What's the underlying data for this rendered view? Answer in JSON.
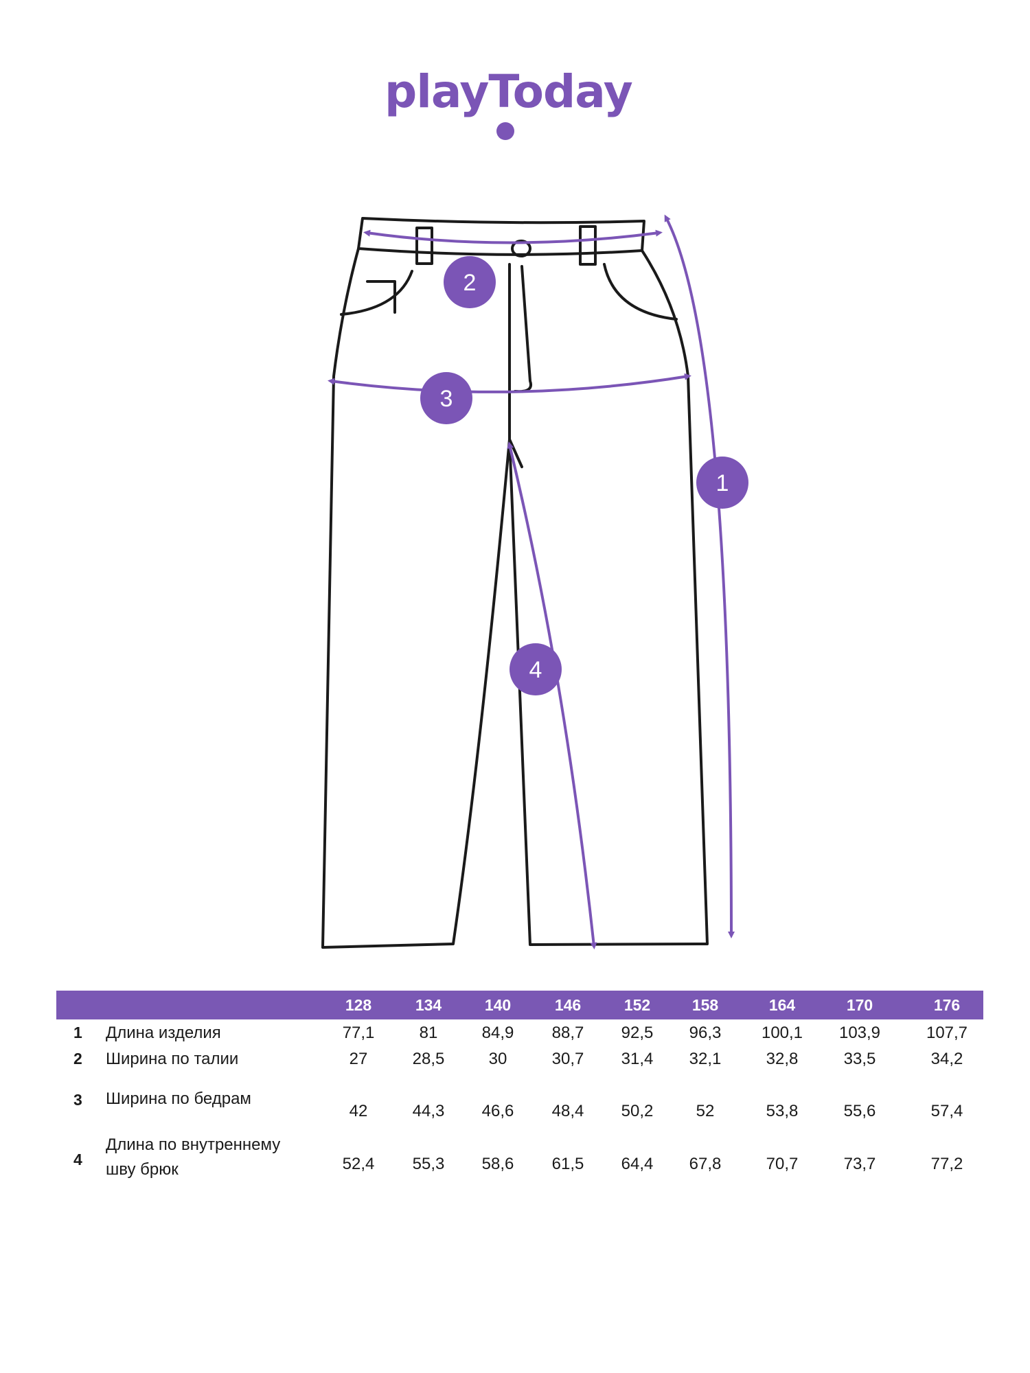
{
  "brand": {
    "logo_text": "playToday",
    "color": "#7b55b6"
  },
  "diagram": {
    "markers": [
      {
        "id": "m1",
        "label": "1"
      },
      {
        "id": "m2",
        "label": "2"
      },
      {
        "id": "m3",
        "label": "3"
      },
      {
        "id": "m4",
        "label": "4"
      }
    ]
  },
  "table": {
    "header_color": "#7a58b4",
    "sizes": [
      "128",
      "134",
      "140",
      "146",
      "152",
      "158",
      "164",
      "170",
      "176"
    ],
    "rows": [
      {
        "num": "1",
        "label": "Длина изделия",
        "values": [
          "77,1",
          "81",
          "84,9",
          "88,7",
          "92,5",
          "96,3",
          "100,1",
          "103,9",
          "107,7"
        ]
      },
      {
        "num": "2",
        "label": "Ширина по талии",
        "values": [
          "27",
          "28,5",
          "30",
          "30,7",
          "31,4",
          "32,1",
          "32,8",
          "33,5",
          "34,2"
        ]
      },
      {
        "num": "3",
        "label": "Ширина по бедрам",
        "values": [
          "42",
          "44,3",
          "46,6",
          "48,4",
          "50,2",
          "52",
          "53,8",
          "55,6",
          "57,4"
        ]
      },
      {
        "num": "4",
        "label": "Длина по внутреннему шву брюк",
        "values": [
          "52,4",
          "55,3",
          "58,6",
          "61,5",
          "64,4",
          "67,8",
          "70,7",
          "73,7",
          "77,2"
        ]
      }
    ]
  }
}
